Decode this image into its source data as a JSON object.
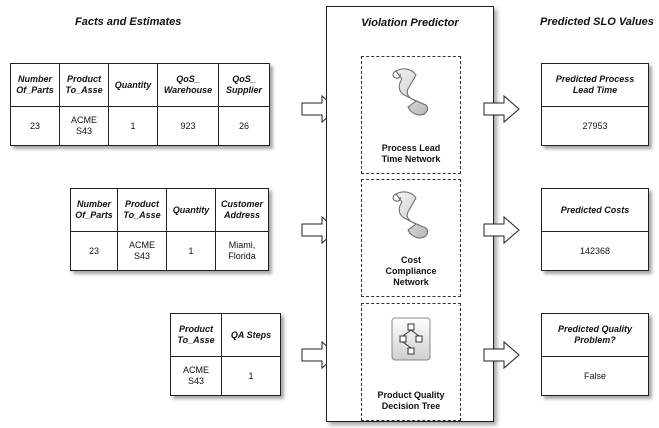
{
  "headings": {
    "facts": "Facts and Estimates",
    "predictor": "Violation Predictor",
    "slo": "Predicted SLO Values"
  },
  "tables": {
    "t1": {
      "headers": [
        "Number Of_Parts",
        "Product To_Asse",
        "Quantity",
        "QoS_ Warehouse",
        "QoS_ Supplier"
      ],
      "values": [
        "23",
        "ACME S43",
        "1",
        "923",
        "26"
      ]
    },
    "t2": {
      "headers": [
        "Number Of_Parts",
        "Product To_Asse",
        "Quantity",
        "Customer Address"
      ],
      "values": [
        "23",
        "ACME S43",
        "1",
        "Miami, Florida"
      ]
    },
    "t3": {
      "headers": [
        "Product To_Asse",
        "QA Steps"
      ],
      "values": [
        "ACME S43",
        "1"
      ]
    }
  },
  "predictors": [
    {
      "label": "Process Lead Time Network",
      "icon": "scroll-icon"
    },
    {
      "label": "Cost Compliance Network",
      "icon": "scroll-icon"
    },
    {
      "label": "Product Quality Decision Tree",
      "icon": "decision-tree-icon"
    }
  ],
  "outputs": [
    {
      "header": "Predicted Process Lead Time",
      "value": "27953"
    },
    {
      "header": "Predicted Costs",
      "value": "142368"
    },
    {
      "header": "Predicted Quality Problem?",
      "value": "False"
    }
  ]
}
